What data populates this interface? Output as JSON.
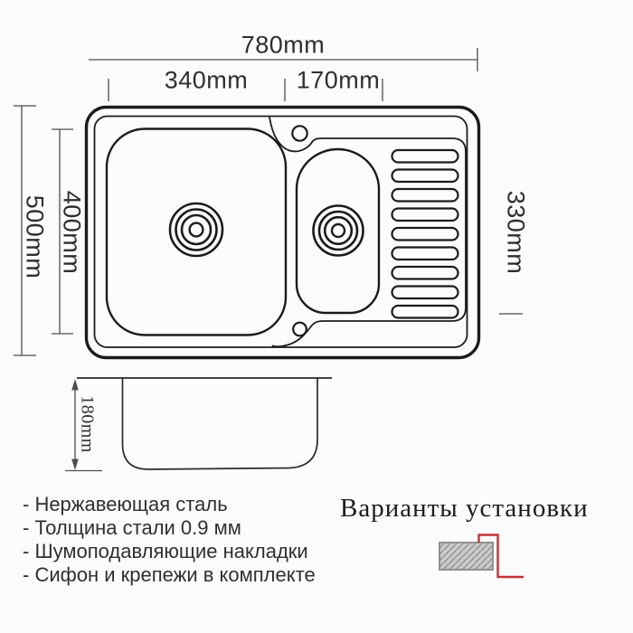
{
  "colors": {
    "background": "#fcfcfc",
    "drawing_line": "#1b1b1b",
    "dimension_line": "#4d4d4d",
    "accent_red": "#c0343a",
    "hatch_fill": "#cbcbcb",
    "hatch_stroke": "#8b8b8b",
    "text": "#2f2f2f"
  },
  "top_view": {
    "overall_width": "780mm",
    "main_bowl_width": "340mm",
    "half_bowl_width": "170mm",
    "overall_depth": "500mm",
    "main_bowl_length": "400mm",
    "right_section_length": "330mm"
  },
  "side_view": {
    "bowl_depth": "180mm"
  },
  "features": [
    "- Нержавеющая сталь",
    "- Толщина стали 0.9 мм",
    "- Шумоподавляющие накладки",
    "- Сифон и крепежи в комплекте"
  ],
  "installation": {
    "title": "Варианты установки"
  }
}
